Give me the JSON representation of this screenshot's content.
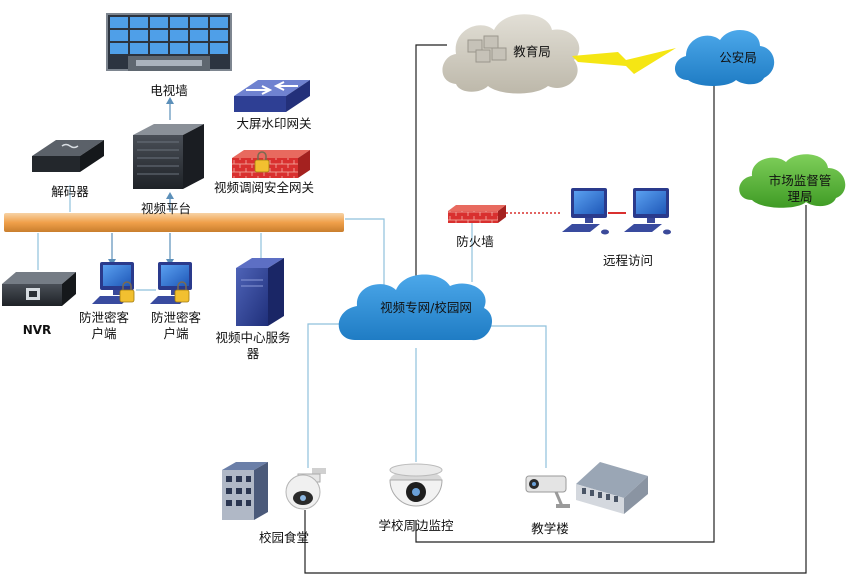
{
  "nodes": {
    "video_wall": "电视墙",
    "watermark_gateway": "大屏水印网关",
    "decoder": "解码器",
    "video_platform": "视频平台",
    "security_gateway": "视频调阅安全网关",
    "nvr": "NVR",
    "client_1": "防泄密客户端",
    "client_2": "防泄密客户端",
    "center_server": "视频中心服务器",
    "network_cloud": "视频专网/校园网",
    "firewall": "防火墙",
    "remote_access": "远程访问",
    "education_bureau": "教育局",
    "public_security": "公安局",
    "market_supervision": "市场监督管理局",
    "canteen": "校园食堂",
    "perimeter_monitor": "学校周边监控",
    "teaching_building": "教学楼"
  },
  "colors": {
    "cloud_blue": "#2f8fd6",
    "cloud_green": "#58b83a",
    "cloud_gray": "#cfcbbf",
    "bus_orange": "#f0a04a",
    "firewall_red": "#d9302f",
    "link_blue": "#8fc0dc",
    "wire_black": "#222222",
    "lightning_yellow": "#f5e614",
    "dotted_red": "#d9302f"
  }
}
